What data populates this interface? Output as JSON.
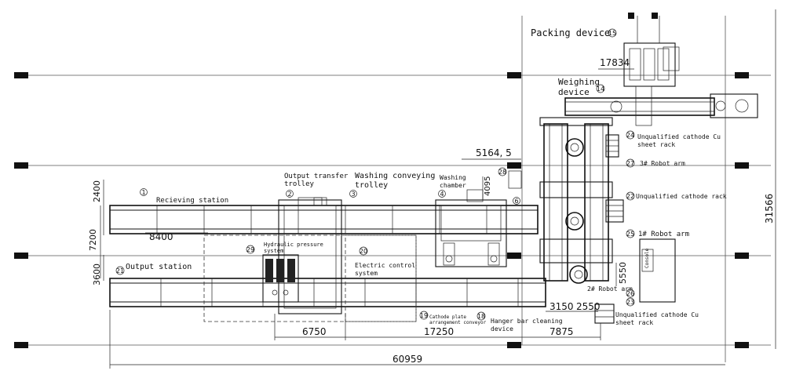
{
  "labels": {
    "packing_device": "Packing device",
    "weighing_device_1": "Weighing",
    "weighing_device_2": "device",
    "unqualified_cu_rack_top_1": "Unqualified cathode Cu",
    "unqualified_cu_rack_top_2": "sheet rack",
    "robot_arm_3": "3# Robot arm",
    "unqualified_cathode_rack": "Unqualified cathode rack",
    "robot_arm_1": "1# Robot arm",
    "robot_arm_2": "2# Robot arm",
    "unqualified_cu_rack_bottom_1": "Unqualified cathode Cu",
    "unqualified_cu_rack_bottom_2": "sheet rack",
    "receiving_station": "Recieving station",
    "output_transfer_trolley_1": "Output transfer",
    "output_transfer_trolley_2": "trolley",
    "washing_conveying_trolley_1": "Washing conveying",
    "washing_conveying_trolley_2": "trolley",
    "washing_chamber_1": "Washing",
    "washing_chamber_2": "chamber",
    "hydraulic_pressure_1": "Hydraulic pressure",
    "hydraulic_pressure_2": "system",
    "electric_control_1": "Electric control",
    "electric_control_2": "system",
    "output_station": "Output station",
    "cathode_plate_conveyor_1": "Cathode plate",
    "cathode_plate_conveyor_2": "arrangement conveyor",
    "hanger_bar_cleaning_1": "Hanger bar cleaning",
    "hanger_bar_cleaning_2": "device",
    "console": "Console"
  },
  "callouts": {
    "c1": "1",
    "c2": "2",
    "c3": "3",
    "c4": "4",
    "c6": "6",
    "c14": "14",
    "c15": "15",
    "c18": "18",
    "c19": "19",
    "c20": "20",
    "c21": "21",
    "c22": "22",
    "c23": "23",
    "c24": "24",
    "c25": "25",
    "c26": "26",
    "c27": "27",
    "c28": "28",
    "c29": "29"
  },
  "dimensions": {
    "d17834": "17834",
    "d5164": "5164, 5",
    "d4095": "4095",
    "d2400": "2400",
    "d7200": "7200",
    "d8400": "8400",
    "d3600": "3600",
    "d31566": "31566",
    "d5550": "5550",
    "d3150": "3150",
    "d2550": "2550",
    "d6750": "6750",
    "d17250": "17250",
    "d7875": "7875",
    "d60959": "60959"
  }
}
